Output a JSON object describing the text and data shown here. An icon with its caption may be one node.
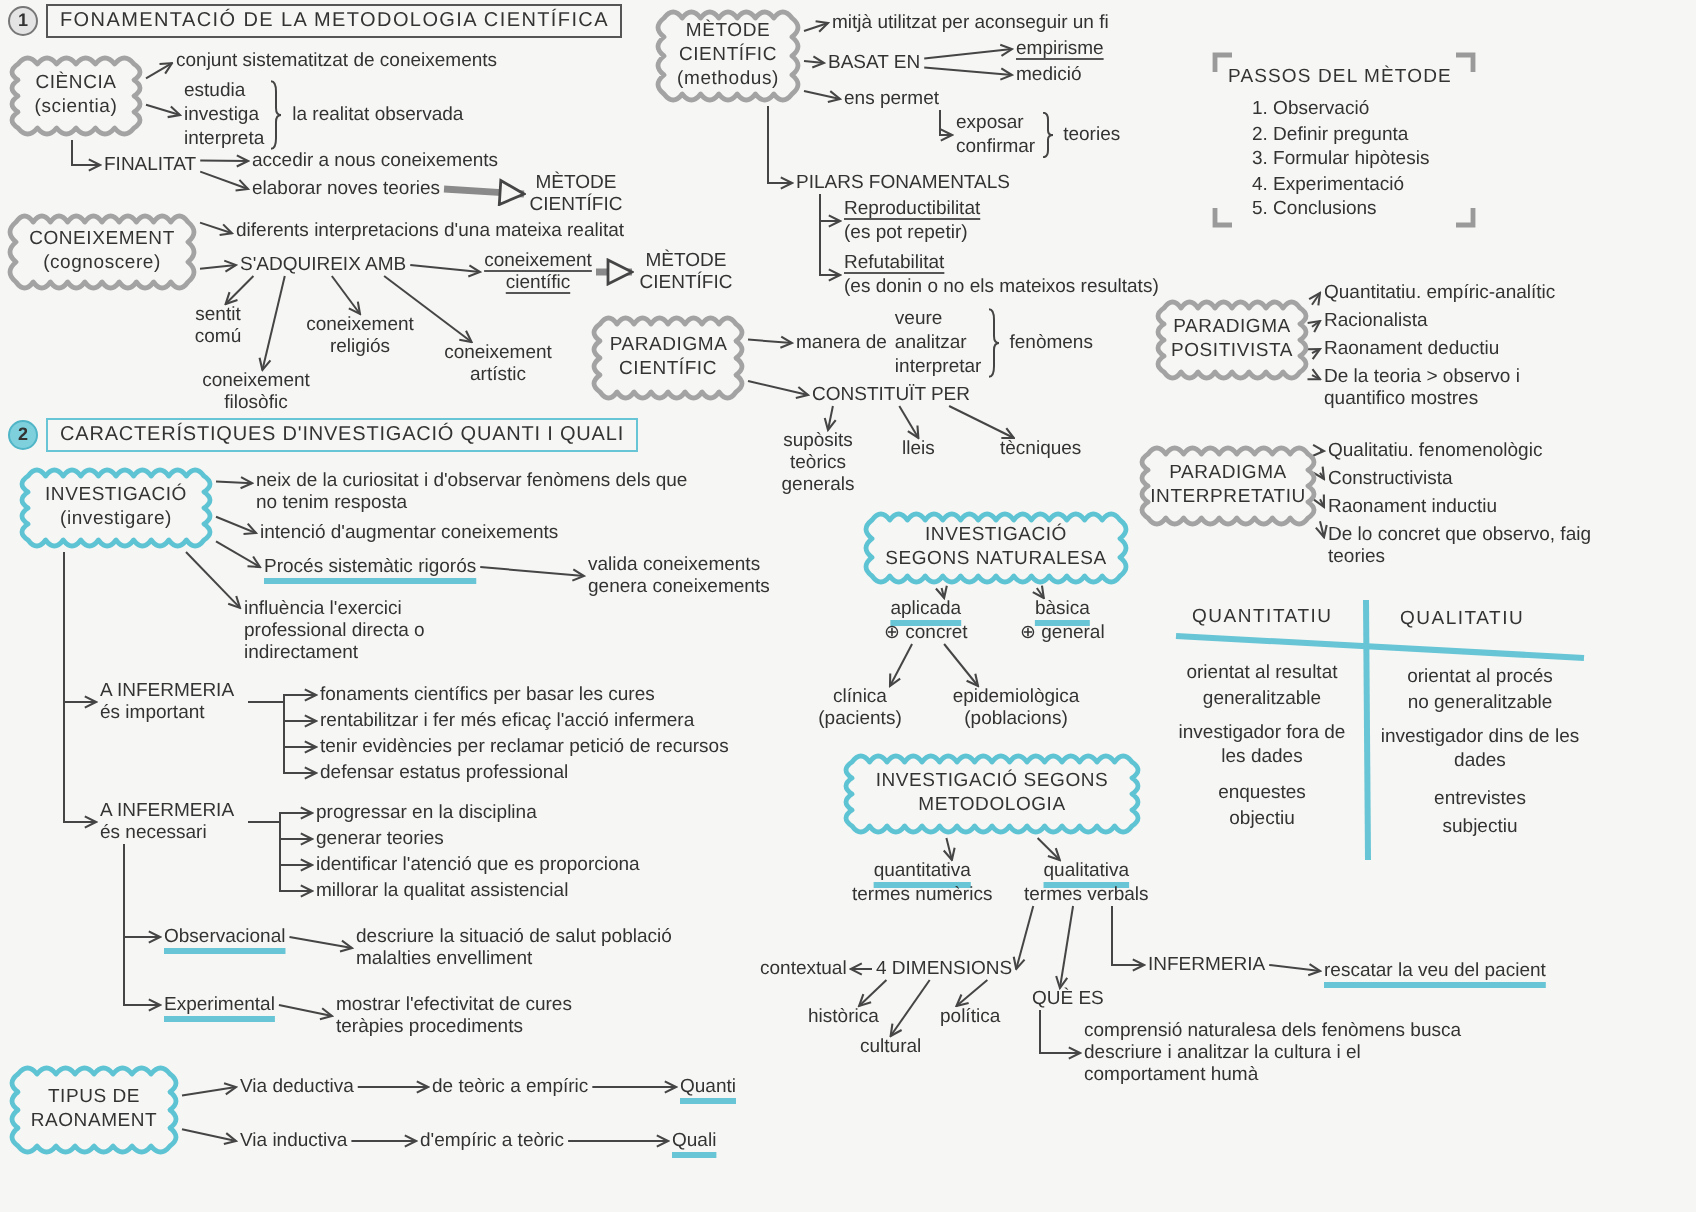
{
  "diagram": {
    "nodes": [
      {
        "text": [
          "1",
          "FONAMENTACIÓ DE LA METODOLOGIA CIENTÍFICA"
        ]
      },
      {
        "text": [
          "CIÈNCIA (scientia)"
        ]
      },
      {
        "text": [
          "conjunt sistematitzat de coneixements"
        ]
      },
      {
        "text": [
          "estudia",
          "investiga",
          "interpreta"
        ],
        "beside": [
          "la realitat observada"
        ]
      },
      {
        "text": [
          "FINALITAT"
        ]
      },
      {
        "text": [
          "accedir a nous coneixements"
        ]
      },
      {
        "text": [
          "elaborar noves teories"
        ]
      },
      {
        "text": [
          "MÈTODE CIENTÍFIC"
        ]
      },
      {
        "text": [
          "CONEIXEMENT (cognoscere)"
        ]
      },
      {
        "text": [
          "diferents interpretacions d'una mateixa realitat"
        ]
      },
      {
        "text": [
          "S'ADQUIREIX AMB"
        ]
      },
      {
        "text": [
          "coneixement científic"
        ]
      },
      {
        "text": [
          "MÈTODE CIENTÍFIC"
        ]
      },
      {
        "text": [
          "sentit comú"
        ]
      },
      {
        "text": [
          "coneixement religiós"
        ]
      },
      {
        "text": [
          "coneixement artístic"
        ]
      },
      {
        "text": [
          "coneixement filosòfic"
        ]
      },
      {
        "text": [
          "MÈTODE CIENTÍFIC (methodus)"
        ]
      },
      {
        "text": [
          "mitjà utilitzat per aconseguir un fi"
        ]
      },
      {
        "text": [
          "BASAT EN"
        ]
      },
      {
        "text": [
          "empirisme"
        ]
      },
      {
        "text": [
          "medició"
        ]
      },
      {
        "text": [
          "ens permet"
        ]
      },
      {
        "text": [
          "exposar",
          "confirmar"
        ],
        "beside": [
          "teories"
        ]
      },
      {
        "text": [
          "PILARS FONAMENTALS"
        ]
      },
      {
        "text": [
          "Reproductibilitat",
          "(es pot repetir)"
        ]
      },
      {
        "text": [
          "Refutabilitat",
          "(es donin o no els mateixos resultats)"
        ]
      },
      {
        "text": [
          "PASSOS DEL MÈTODE",
          "1. Observació",
          "2. Definir pregunta",
          "3. Formular hipòtesis",
          "4. Experimentació",
          "5. Conclusions"
        ]
      },
      {
        "text": [
          "PARADIGMA CIENTÍFIC"
        ]
      },
      {
        "text": [
          "manera de",
          "veure",
          "analitzar",
          "interpretar"
        ],
        "beside": [
          "fenòmens"
        ]
      },
      {
        "text": [
          "CONSTITUÏT PER"
        ]
      },
      {
        "text": [
          "supòsits teòrics generals"
        ]
      },
      {
        "text": [
          "lleis"
        ]
      },
      {
        "text": [
          "tècniques"
        ]
      },
      {
        "text": [
          "PARADIGMA POSITIVISTA"
        ]
      },
      {
        "text": [
          "Quantitatiu. empíric-analític"
        ]
      },
      {
        "text": [
          "Racionalista"
        ]
      },
      {
        "text": [
          "Raonament deductiu"
        ]
      },
      {
        "text": [
          "De la teoria > observo i quantifico mostres"
        ]
      },
      {
        "text": [
          "PARADIGMA INTERPRETATIU"
        ]
      },
      {
        "text": [
          "Qualitatiu. fenomenològic"
        ]
      },
      {
        "text": [
          "Constructivista"
        ]
      },
      {
        "text": [
          "Raonament inductiu"
        ]
      },
      {
        "text": [
          "De lo concret que observo, faig teories"
        ]
      },
      {
        "text": [
          "2",
          "CARACTERÍSTIQUES D'INVESTIGACIÓ QUANTI I QUALI"
        ]
      },
      {
        "text": [
          "INVESTIGACIÓ (investigare)"
        ]
      },
      {
        "text": [
          "neix de la curiositat i d'observar fenòmens dels que no tenim resposta"
        ]
      },
      {
        "text": [
          "intenció d'augmentar coneixements"
        ]
      },
      {
        "text": [
          "Procés sistemàtic rigorós"
        ]
      },
      {
        "text": [
          "valida coneixements genera coneixements"
        ]
      },
      {
        "text": [
          "influència l'exercici professional directa o indirectament"
        ]
      },
      {
        "text": [
          "A INFERMERIA és important"
        ]
      },
      {
        "text": [
          "fonaments científics per basar les cures"
        ]
      },
      {
        "text": [
          "rentabilitzar i fer més eficaç l'acció infermera"
        ]
      },
      {
        "text": [
          "tenir evidències per reclamar petició de recursos"
        ]
      },
      {
        "text": [
          "defensar estatus professional"
        ]
      },
      {
        "text": [
          "A INFERMERIA és necessari"
        ]
      },
      {
        "text": [
          "progressar en la disciplina"
        ]
      },
      {
        "text": [
          "generar teories"
        ]
      },
      {
        "text": [
          "identificar l'atenció que es proporciona"
        ]
      },
      {
        "text": [
          "millorar la qualitat assistencial"
        ]
      },
      {
        "text": [
          "Observacional"
        ]
      },
      {
        "text": [
          "descriure la situació de salut població malalties envelliment"
        ]
      },
      {
        "text": [
          "Experimental"
        ]
      },
      {
        "text": [
          "mostrar l'efectivitat de cures teràpies procediments"
        ]
      },
      {
        "text": [
          "TIPUS DE RAONAMENT"
        ]
      },
      {
        "text": [
          "Via deductiva"
        ]
      },
      {
        "text": [
          "de teòric a empíric"
        ]
      },
      {
        "text": [
          "Quanti"
        ]
      },
      {
        "text": [
          "Via inductiva"
        ]
      },
      {
        "text": [
          "d'empíric a teòric"
        ]
      },
      {
        "text": [
          "Quali"
        ]
      },
      {
        "text": [
          "INVESTIGACIÓ SEGONS NATURALESA"
        ]
      },
      {
        "text": [
          "aplicada",
          "⊕ concret"
        ]
      },
      {
        "text": [
          "bàsica",
          "⊕ general"
        ]
      },
      {
        "text": [
          "clínica (pacients)"
        ]
      },
      {
        "text": [
          "epidemiològica (poblacions)"
        ]
      },
      {
        "text": [
          "INVESTIGACIÓ SEGONS METODOLOGIA"
        ]
      },
      {
        "text": [
          "quantitativa",
          "termes numèrics"
        ]
      },
      {
        "text": [
          "qualitativa",
          "termes verbals"
        ]
      },
      {
        "text": [
          "4 DIMENSIONS"
        ]
      },
      {
        "text": [
          "contextual"
        ]
      },
      {
        "text": [
          "històrica"
        ]
      },
      {
        "text": [
          "cultural"
        ]
      },
      {
        "text": [
          "política"
        ]
      },
      {
        "text": [
          "QUÈ ES"
        ]
      },
      {
        "text": [
          "comprensió naturalesa dels fenòmens busca descriure i analitzar la cultura i el comportament humà"
        ]
      },
      {
        "text": [
          "INFERMERIA"
        ]
      },
      {
        "text": [
          "rescatar la veu del pacient"
        ]
      }
    ],
    "edges": [
      {
        "from": 1,
        "to": 2,
        "arrow": "to"
      },
      {
        "from": 1,
        "to": 3,
        "arrow": "to"
      },
      {
        "from": 1,
        "to": 4,
        "arrow": "to"
      },
      {
        "from": 4,
        "to": 5,
        "arrow": "to"
      },
      {
        "from": 4,
        "to": 6,
        "arrow": "to"
      },
      {
        "from": 6,
        "to": 7,
        "arrow": "to",
        "style": "thick"
      },
      {
        "from": 8,
        "to": 9,
        "arrow": "to"
      },
      {
        "from": 8,
        "to": 10,
        "arrow": "to"
      },
      {
        "from": 10,
        "to": 11,
        "arrow": "to"
      },
      {
        "from": 11,
        "to": 12,
        "arrow": "to",
        "style": "thick"
      },
      {
        "from": 10,
        "to": 13,
        "arrow": "to"
      },
      {
        "from": 10,
        "to": 16,
        "arrow": "to"
      },
      {
        "from": 10,
        "to": 14,
        "arrow": "to"
      },
      {
        "from": 10,
        "to": 15,
        "arrow": "to"
      },
      {
        "from": 17,
        "to": 18,
        "arrow": "to"
      },
      {
        "from": 17,
        "to": 19,
        "arrow": "to"
      },
      {
        "from": 19,
        "to": 20,
        "arrow": "to"
      },
      {
        "from": 19,
        "to": 21,
        "arrow": "to"
      },
      {
        "from": 17,
        "to": 22,
        "arrow": "to"
      },
      {
        "from": 22,
        "to": 23,
        "arrow": "to"
      },
      {
        "from": 17,
        "to": 24,
        "arrow": "to"
      },
      {
        "from": 24,
        "to": 25,
        "arrow": "to"
      },
      {
        "from": 24,
        "to": 26,
        "arrow": "to"
      },
      {
        "from": 28,
        "to": 29,
        "arrow": "to"
      },
      {
        "from": 28,
        "to": 30,
        "arrow": "to"
      },
      {
        "from": 30,
        "to": 31,
        "arrow": "to"
      },
      {
        "from": 30,
        "to": 32,
        "arrow": "to"
      },
      {
        "from": 30,
        "to": 33,
        "arrow": "to"
      },
      {
        "from": 34,
        "to": 35,
        "arrow": "to"
      },
      {
        "from": 34,
        "to": 36,
        "arrow": "to"
      },
      {
        "from": 34,
        "to": 37,
        "arrow": "to"
      },
      {
        "from": 34,
        "to": 38,
        "arrow": "to"
      },
      {
        "from": 39,
        "to": 40,
        "arrow": "to"
      },
      {
        "from": 39,
        "to": 41,
        "arrow": "to"
      },
      {
        "from": 39,
        "to": 42,
        "arrow": "to"
      },
      {
        "from": 39,
        "to": 43,
        "arrow": "to"
      },
      {
        "from": 45,
        "to": 46,
        "arrow": "to"
      },
      {
        "from": 45,
        "to": 47,
        "arrow": "to"
      },
      {
        "from": 45,
        "to": 48,
        "arrow": "to"
      },
      {
        "from": 48,
        "to": 49,
        "arrow": "to"
      },
      {
        "from": 45,
        "to": 50,
        "arrow": "to"
      },
      {
        "from": 45,
        "to": 51,
        "arrow": "to"
      },
      {
        "from": 51,
        "to": 52,
        "arrow": "to"
      },
      {
        "from": 51,
        "to": 53,
        "arrow": "to"
      },
      {
        "from": 51,
        "to": 54,
        "arrow": "to"
      },
      {
        "from": 51,
        "to": 55,
        "arrow": "to"
      },
      {
        "from": 45,
        "to": 56,
        "arrow": "to"
      },
      {
        "from": 56,
        "to": 57,
        "arrow": "to"
      },
      {
        "from": 56,
        "to": 58,
        "arrow": "to"
      },
      {
        "from": 56,
        "to": 59,
        "arrow": "to"
      },
      {
        "from": 56,
        "to": 60,
        "arrow": "to"
      },
      {
        "from": 56,
        "to": 61,
        "arrow": "to"
      },
      {
        "from": 61,
        "to": 62,
        "arrow": "to"
      },
      {
        "from": 56,
        "to": 63,
        "arrow": "to"
      },
      {
        "from": 63,
        "to": 64,
        "arrow": "to"
      },
      {
        "from": 65,
        "to": 66,
        "arrow": "to"
      },
      {
        "from": 66,
        "to": 67,
        "arrow": "to"
      },
      {
        "from": 67,
        "to": 68,
        "arrow": "to"
      },
      {
        "from": 65,
        "to": 69,
        "arrow": "to"
      },
      {
        "from": 69,
        "to": 70,
        "arrow": "to"
      },
      {
        "from": 70,
        "to": 71,
        "arrow": "to"
      },
      {
        "from": 72,
        "to": 73,
        "arrow": "to"
      },
      {
        "from": 72,
        "to": 74,
        "arrow": "to"
      },
      {
        "from": 73,
        "to": 75,
        "arrow": "to"
      },
      {
        "from": 73,
        "to": 76,
        "arrow": "to"
      },
      {
        "from": 77,
        "to": 78,
        "arrow": "to"
      },
      {
        "from": 77,
        "to": 79,
        "arrow": "to"
      },
      {
        "from": 79,
        "to": 80,
        "arrow": "to"
      },
      {
        "from": 80,
        "to": 81,
        "arrow": "to"
      },
      {
        "from": 80,
        "to": 82,
        "arrow": "to"
      },
      {
        "from": 80,
        "to": 83,
        "arrow": "to"
      },
      {
        "from": 80,
        "to": 84,
        "arrow": "to"
      },
      {
        "from": 79,
        "to": 85,
        "arrow": "to"
      },
      {
        "from": 85,
        "to": 86,
        "arrow": "to"
      },
      {
        "from": 79,
        "to": 87,
        "arrow": "to"
      },
      {
        "from": 87,
        "to": 88,
        "arrow": "to"
      }
    ],
    "labels": [
      "QUANTITATIU",
      "QUALITATIU",
      "orientat al resultat",
      "orientat al procés",
      "generalitzable",
      "no generalitzable",
      "investigador fora de les dades",
      "investigador dins de les dades",
      "enquestes",
      "entrevistes",
      "objectiu",
      "subjectiu"
    ]
  }
}
